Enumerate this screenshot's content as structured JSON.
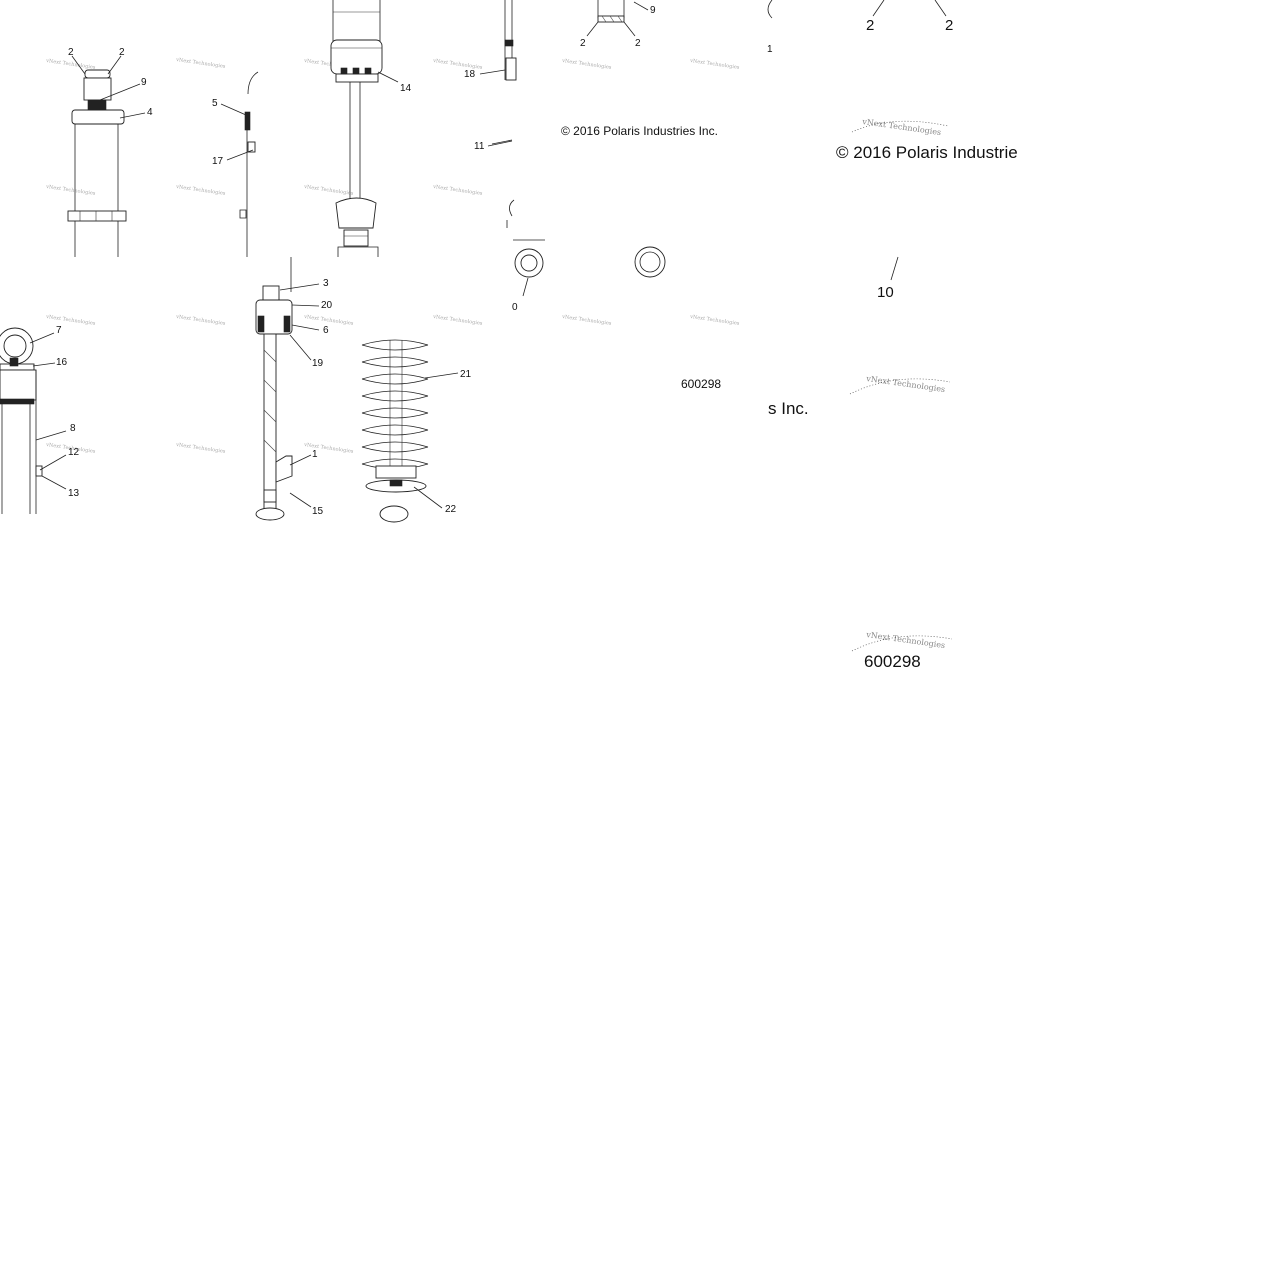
{
  "copyright": {
    "small": "© 2016 Polaris Industries Inc.",
    "large_cut": "© 2016 Polaris Industrie",
    "large_tail": "s Inc."
  },
  "figure_id": "600298",
  "watermark": "vNext Technologies",
  "callouts": {
    "c2a": "2",
    "c2b": "2",
    "c9a": "9",
    "c4": "4",
    "c5": "5",
    "c17": "17",
    "c14": "14",
    "c18": "18",
    "c11": "11",
    "c9b": "9",
    "c2c": "2",
    "c2d": "2",
    "c1a": "1",
    "c2e": "2",
    "c2f": "2",
    "c10a": "10",
    "c10b": "0",
    "c7": "7",
    "c16": "16",
    "c8": "8",
    "c12": "12",
    "c13": "13",
    "c3": "3",
    "c20": "20",
    "c6": "6",
    "c19": "19",
    "c1b": "1",
    "c15": "15",
    "c21": "21",
    "c22": "22"
  }
}
